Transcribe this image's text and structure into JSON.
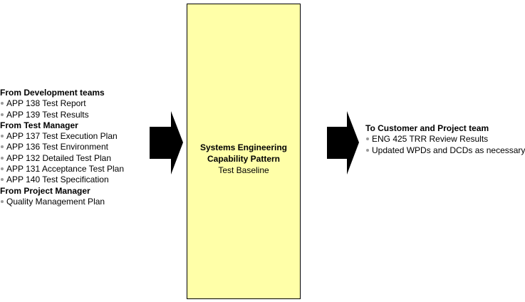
{
  "inputs": [
    {
      "title": "From Development teams",
      "items": [
        "APP 138 Test Report",
        "APP 139 Test Results"
      ]
    },
    {
      "title": "From Test Manager",
      "items": [
        "APP 137 Test Execution Plan",
        "APP 136 Test Environment",
        "APP 132 Detailed Test Plan",
        "APP 131 Acceptance Test Plan",
        "APP 140 Test Specification"
      ]
    },
    {
      "title": "From Project Manager",
      "items": [
        "Quality Management Plan"
      ]
    }
  ],
  "center": {
    "title_line1": "Systems Engineering",
    "title_line2": "Capability Pattern",
    "subtitle": "Test Baseline"
  },
  "outputs": {
    "title": "To Customer and Project team",
    "items": [
      "ENG 425 TRR Review Results",
      "Updated WPDs and DCDs as necessary"
    ]
  },
  "colors": {
    "box_fill": "#ffffa8",
    "arrow": "#000000",
    "bullet": "#9a9a9a"
  }
}
